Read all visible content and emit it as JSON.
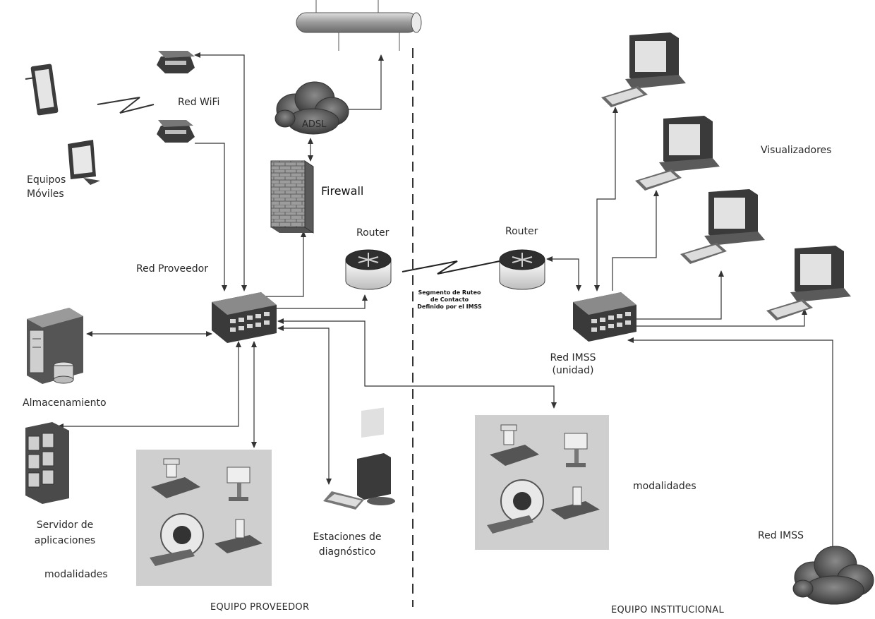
{
  "labels": {
    "red_wifi": "Red WiFi",
    "adsl": "ADSL",
    "firewall": "Firewall",
    "equipos_moviles_1": "Equipos",
    "equipos_moviles_2": "Móviles",
    "visualizadores": "Visualizadores",
    "router_left": "Router",
    "router_right": "Router",
    "red_proveedor": "Red Proveedor",
    "segmento_1": "Segmento de Ruteo",
    "segmento_2": "de Contacto",
    "segmento_3": "Definido por el IMSS",
    "red_imss_unidad_1": "Red IMSS",
    "red_imss_unidad_2": "(unidad)",
    "almacenamiento": "Almacenamiento",
    "servidor_1": "Servidor de",
    "servidor_2": "aplicaciones",
    "modalidades_left": "modalidades",
    "estaciones_1": "Estaciones de",
    "estaciones_2": "diagnóstico",
    "modalidades_right": "modalidades",
    "red_imss": "Red IMSS",
    "equipo_proveedor": "EQUIPO PROVEEDOR",
    "equipo_institucional": "EQUIPO INSTITUCIONAL"
  },
  "colors": {
    "line": "#333333",
    "device_dark": "#4a4a4a",
    "device_light": "#d9d9d9",
    "panel_bg": "#cfcfcf",
    "cloud": "#5a5a5a"
  }
}
